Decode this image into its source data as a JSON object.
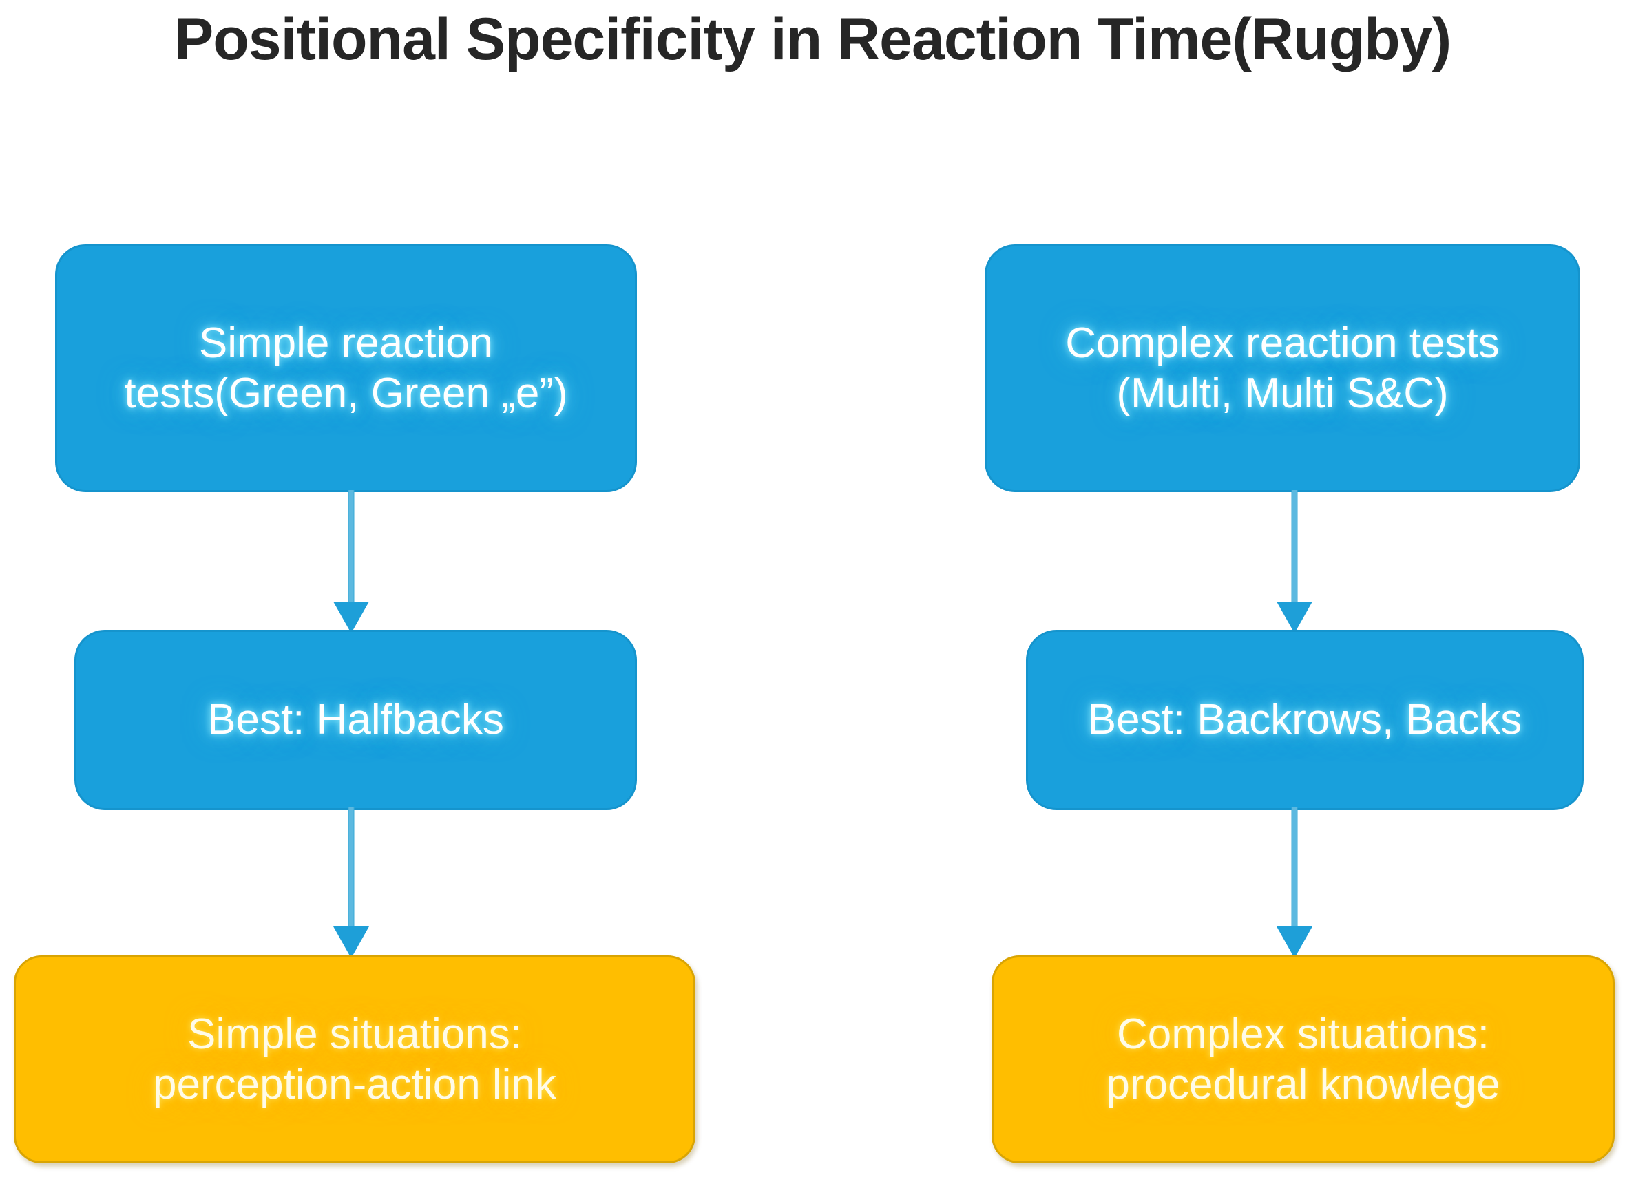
{
  "title": "Positional Specificity in Reaction Time(Rugby)",
  "colors": {
    "blue_node": "#19A0DC",
    "orange_node": "#FFBE00",
    "arrow": "#1E9FD8",
    "title_text": "#262626",
    "node_text": "#FFFFFF"
  },
  "columns": [
    {
      "id": "simple",
      "nodes": [
        {
          "id": "simple-tests",
          "type": "process",
          "color": "blue",
          "text": "Simple reaction\ntests(Green, Green „e”)"
        },
        {
          "id": "best-halfbacks",
          "type": "result",
          "color": "blue",
          "text": "Best: Halfbacks"
        },
        {
          "id": "simple-situations",
          "type": "conclusion",
          "color": "orange",
          "text": "Simple situations:\nperception-action link"
        }
      ],
      "arrows": [
        {
          "id": "simple-to-best",
          "from": "simple-tests",
          "to": "best-halfbacks",
          "direction": "down"
        },
        {
          "id": "best-to-simple",
          "from": "best-halfbacks",
          "to": "simple-situations",
          "direction": "down"
        }
      ]
    },
    {
      "id": "complex",
      "nodes": [
        {
          "id": "complex-tests",
          "type": "process",
          "color": "blue",
          "text": "Complex reaction tests\n(Multi, Multi S&C)"
        },
        {
          "id": "best-backrows",
          "type": "result",
          "color": "blue",
          "text": "Best: Backrows, Backs"
        },
        {
          "id": "complex-situations",
          "type": "conclusion",
          "color": "orange",
          "text": "Complex situations:\nprocedural knowlege"
        }
      ],
      "arrows": [
        {
          "id": "complex-to-best",
          "from": "complex-tests",
          "to": "best-backrows",
          "direction": "down"
        },
        {
          "id": "best-to-complex",
          "from": "best-backrows",
          "to": "complex-situations",
          "direction": "down"
        }
      ]
    }
  ]
}
